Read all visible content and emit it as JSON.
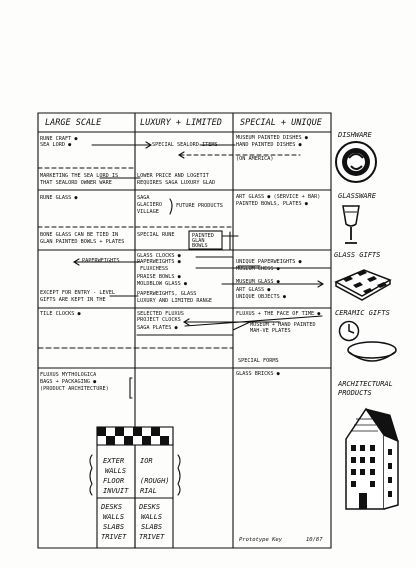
{
  "headers": {
    "large_scale": "LARGE SCALE",
    "luxury": "LUXURY + LIMITED",
    "special": "SPECIAL + UNIQUE"
  },
  "large": {
    "r1a": "RUNE CRAFT ●",
    "r1b": "SEA LORD ●",
    "r2a": "MARKETING THE SEA LORD IS",
    "r2b": "THAT SEALORD OWNER WARE",
    "r3": "RUNE GLASS ●",
    "r4a": "BONE GLASS CAN BE TIED IN",
    "r4b": "GLAN PAINTED BOWLS + PLATES",
    "paperweights": "PAPERWEIGHTS",
    "r5a": "EXCEPT FOR ENTRY - LEVEL",
    "r5b": "GIFTS ARE KEPT IN THE",
    "tile_clocks": "TILE CLOCKS ●",
    "fluxus_a": "FLUXUS MYTHOLOGICA",
    "fluxus_b": "BAGS + PACKAGING ●",
    "fluxus_c": "(PRODUCT ARCHITECTURE)"
  },
  "luxury": {
    "special_seaglass": "SPECIAL SEALORD ITEMS",
    "lower_a": "LOWER PRICE AND LOGETIT",
    "lower_b": "REQUIRES SAGA LUXURY GLAD",
    "saga": "SAGA",
    "glaciero": "GLACIERO",
    "village": "VILLAGE",
    "future": "FUTURE PRODUCTS",
    "special_rune": "SPECIAL RUNE",
    "painted_a": "PAINTED",
    "painted_b": "GLAN",
    "painted_c": "BOWLS",
    "glass_clocks": "GLASS CLOCKS ●",
    "paperweights2": "PAPERWEIGHTS ●",
    "fluxchess": "FLUXCHESS",
    "praise_bowls": "PRAISE BOWLS ●",
    "moldblow": "MOLDBLOW GLASS ●",
    "pw_glass_a": "PAPERWEIGHTS, GLASS",
    "pw_glass_b": "LUXURY AND LIMITED RANGE",
    "selected_a": "SELECTED FLUXUS",
    "selected_b": "PROJECT CLOCKS",
    "saga_plates": "SAGA PLATES ●"
  },
  "special": {
    "museum_a": "MUSEUM PAINTED DISHES ●",
    "museum_b": "HAND PAINTED DISHES ●",
    "america": "(ON AMERICA)",
    "art_glass": "ART GLASS ● (SERVICE + BAR)",
    "painted_bowls": "PAINTED BOWLS, PLATES ●",
    "unique_pw": "UNIQUE PAPERWEIGHTS ●",
    "museum_chess": "MUSEUM CHESS ●",
    "museum_glass": "MUSEUM GLASS ●",
    "art_glass2": "ART GLASS ●",
    "unique_objects": "UNIQUE OBJECTS ●",
    "fluxus_face": "FLUXUS + THE FACE OF TIME ●",
    "museum_hand_a": "MUSEUM + HAND PAINTED",
    "museum_hand_b": "MAH-VE PLATES",
    "special_forms": "SPECIAL FORMS",
    "glass_bricks": "GLASS BRICKS ●"
  },
  "side_labels": {
    "dishware": "DISHWARE",
    "glassware": "GLASSWARE",
    "glass_gifts": "GLASS GIFTS",
    "ceramic_gifts": "CERAMIC GIFTS",
    "arch_a": "ARCHITECTURAL",
    "arch_b": "PRODUCTS"
  },
  "tile_words": {
    "exter": "EXTER",
    "ior": "IOR",
    "walls": "WALLS",
    "floor": "FLOOR",
    "rough": "(ROUGH)",
    "invuit": "INVUIT",
    "rial": "RIAL",
    "desks1": "DESKS",
    "desks2": "DESKS",
    "walls2": "WALLS",
    "walls3": "WALLS",
    "slabs": "SLABS",
    "slabs2": "SLABS",
    "trivet1": "TRIVET",
    "trivet2": "TRIVET"
  },
  "footer": {
    "prototype": "Prototype Key",
    "date": "10/87"
  }
}
